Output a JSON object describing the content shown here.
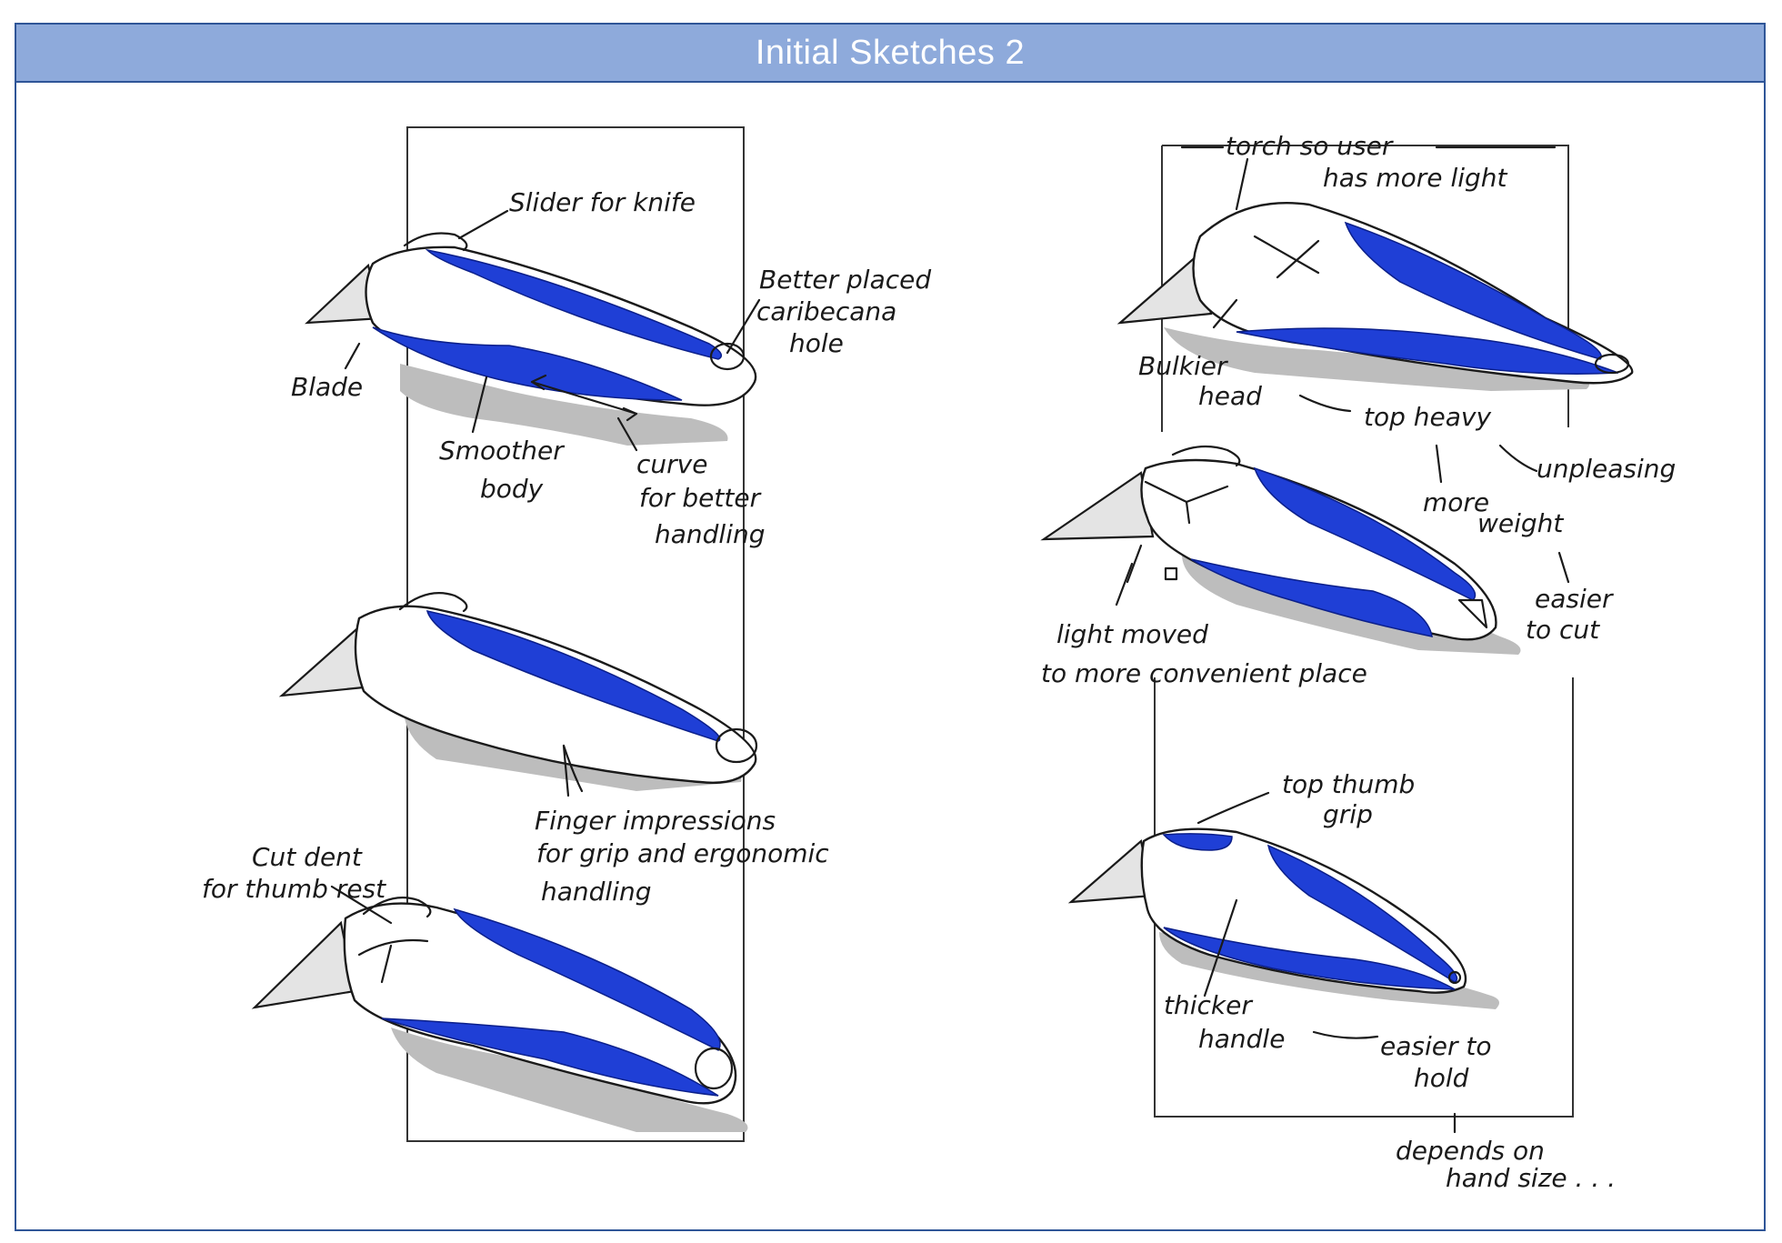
{
  "title": "Initial Sketches 2",
  "colors": {
    "header_bg": "#8eaadb",
    "border": "#2f5597",
    "grip_blue": "#1f3fd6",
    "shadow_grey": "#bdbdbd"
  },
  "annotations": {
    "slider_for_knife": "Slider for knife",
    "better_placed": "Better placed",
    "caribecana": "caribecana",
    "hole": "hole",
    "blade": "Blade",
    "smoother": "Smoother",
    "body": "body",
    "curve": "curve",
    "for_better": "for better",
    "handling": "handling",
    "finger_impressions": "Finger impressions",
    "for_grip_and_ergonomic": "for grip and ergonomic",
    "handling2": "handling",
    "cut_dent": "Cut dent",
    "for_thumb_rest": "for thumb rest",
    "torch_so_user": "torch so user",
    "has_more_light": "has more light",
    "bulkier": "Bulkier",
    "head": "head",
    "top_heavy": "top heavy",
    "unpleasing": "unpleasing",
    "more": "more",
    "weight": "weight",
    "easier": "easier",
    "to_cut": "to cut",
    "light_moved": "light moved",
    "to_more_convenient_place": "to more convenient place",
    "top_thumb": "top thumb",
    "grip": "grip",
    "thicker": "thicker",
    "handle": "handle",
    "easier_to": "easier to",
    "hold": "hold",
    "depends_on": "depends on",
    "hand_size": "hand size . . ."
  }
}
